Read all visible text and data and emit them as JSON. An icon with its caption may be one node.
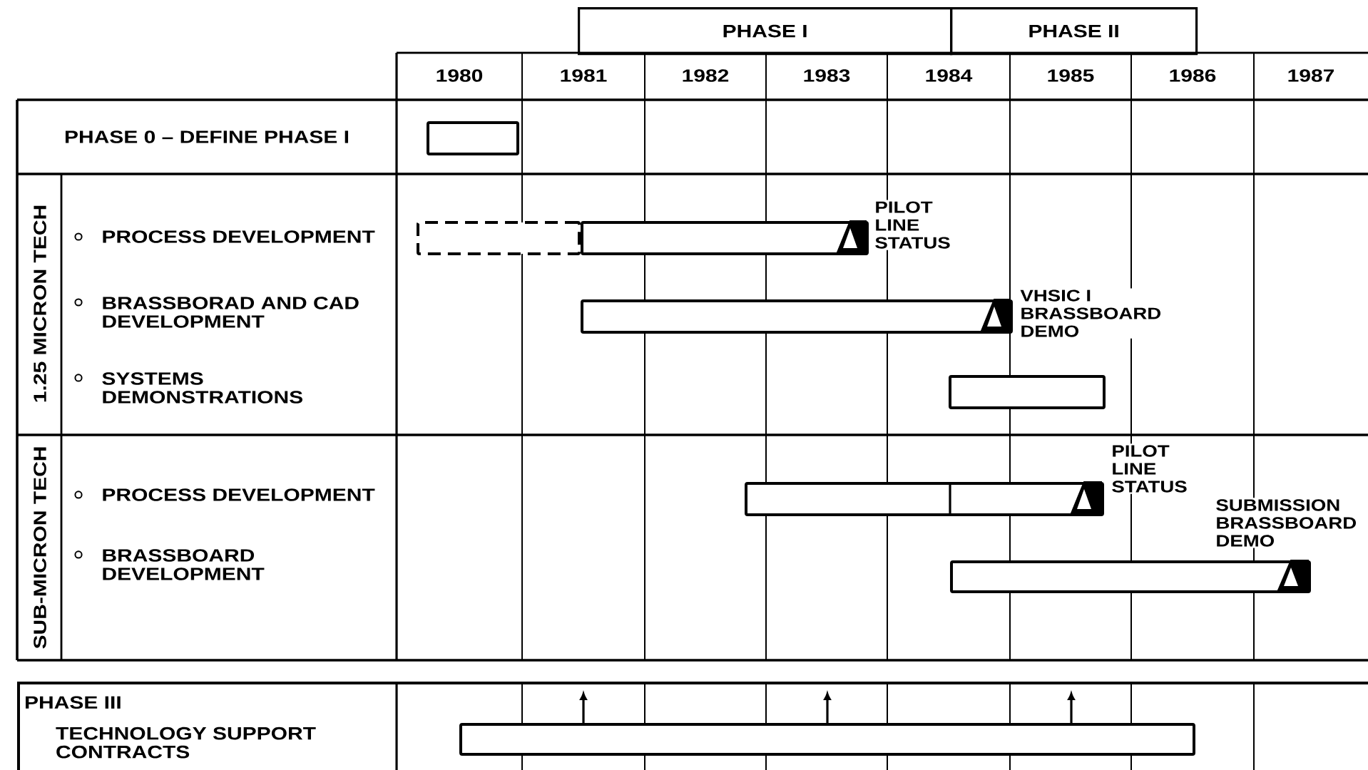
{
  "diagram": {
    "nodes": [
      {
        "text": [
          "PHASE I"
        ]
      },
      {
        "text": [
          "PHASE II"
        ]
      },
      {
        "text": [],
        "shape": "bar"
      },
      {
        "text": [],
        "shape": "bar"
      },
      {
        "text": [],
        "shape": "bar",
        "beside": [
          "PILOT LINE STATUS"
        ]
      },
      {
        "text": [],
        "shape": "bar",
        "beside": [
          "VHSIC I BRASSBOARD DEMO"
        ]
      },
      {
        "text": [],
        "shape": "bar"
      },
      {
        "text": [],
        "shape": "bar",
        "beside": [
          "PILOT LINE STATUS"
        ]
      },
      {
        "text": [],
        "shape": "bar",
        "beside": [
          "SUBMISSION BRASSBOARD DEMO"
        ]
      },
      {
        "text": [
          "PHASE III",
          "TECHNOLOGY SUPPORT CONTRACTS"
        ]
      },
      {
        "text": [],
        "shape": "bar",
        "in": 9
      }
    ],
    "edges": [
      {
        "from": 10,
        "to": null,
        "arrow": "to"
      },
      {
        "from": 10,
        "to": null,
        "arrow": "to"
      },
      {
        "from": 10,
        "to": null,
        "arrow": "to"
      }
    ],
    "labels": [
      "1980",
      "1981",
      "1982",
      "1983",
      "1984",
      "1985",
      "1986",
      "1987",
      "PHASE 0 – DEFINE PHASE I",
      "1.25 MICRON TECH",
      "PROCESS DEVELOPMENT",
      "BRASSBORAD AND CAD DEVELOPMENT",
      "SYSTEMS DEMONSTRATIONS",
      "SUB-MICRON TECH",
      "PROCESS DEVELOPMENT",
      "BRASSBOARD DEVELOPMENT"
    ]
  }
}
